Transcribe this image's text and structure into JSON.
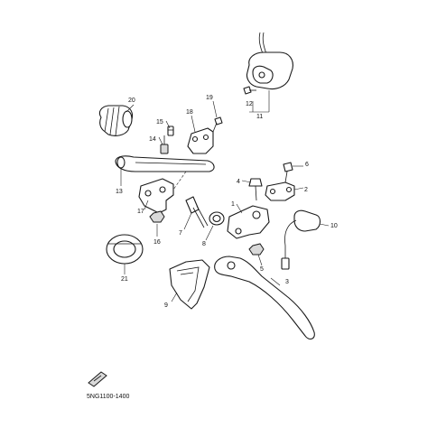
{
  "diagram": {
    "code": "5NG1100-1400",
    "callouts": [
      {
        "id": "1",
        "label": "1"
      },
      {
        "id": "2",
        "label": "2"
      },
      {
        "id": "3",
        "label": "3"
      },
      {
        "id": "4",
        "label": "4"
      },
      {
        "id": "5",
        "label": "5"
      },
      {
        "id": "6",
        "label": "6"
      },
      {
        "id": "7",
        "label": "7"
      },
      {
        "id": "8",
        "label": "8"
      },
      {
        "id": "9",
        "label": "9"
      },
      {
        "id": "10",
        "label": "10"
      },
      {
        "id": "11",
        "label": "11"
      },
      {
        "id": "12",
        "label": "12"
      },
      {
        "id": "13",
        "label": "13"
      },
      {
        "id": "14",
        "label": "14"
      },
      {
        "id": "15",
        "label": "15"
      },
      {
        "id": "16",
        "label": "16"
      },
      {
        "id": "17",
        "label": "17"
      },
      {
        "id": "18",
        "label": "18"
      },
      {
        "id": "19",
        "label": "19"
      },
      {
        "id": "20",
        "label": "20"
      },
      {
        "id": "21",
        "label": "21"
      }
    ]
  }
}
